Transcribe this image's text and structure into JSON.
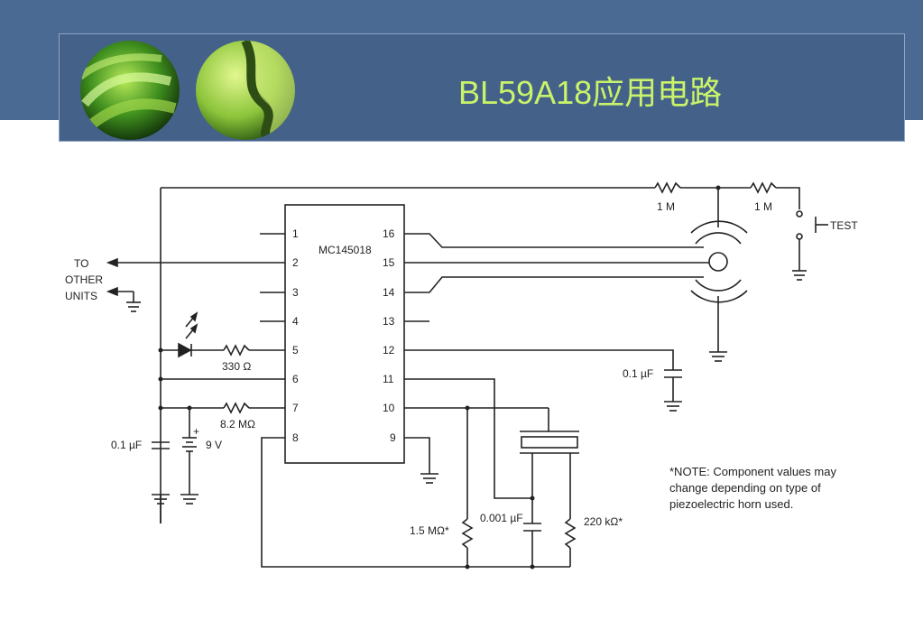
{
  "slide": {
    "title": "BL59A18应用电路"
  },
  "schematic": {
    "ic_name": "MC145018",
    "pins_left": [
      "1",
      "2",
      "3",
      "4",
      "5",
      "6",
      "7",
      "8"
    ],
    "pins_right": [
      "16",
      "15",
      "14",
      "13",
      "12",
      "11",
      "10",
      "9"
    ],
    "to_other_units": [
      "TO",
      "OTHER",
      "UNITS"
    ],
    "labels": {
      "r_top_left": "1 M",
      "r_top_right": "1 M",
      "test": "TEST",
      "r_led": "330 Ω",
      "r_pin7": "8.2 MΩ",
      "c_pin12": "0.1 µF",
      "c_supply": "0.1 µF",
      "battery": "9 V",
      "battery_plus": "+",
      "r_bottom_left": "1.5 MΩ*",
      "c_bottom": "0.001 µF",
      "r_bottom_right": "220 kΩ*"
    },
    "note": [
      "*NOTE: Component values may",
      "change depending on type of",
      "piezoelectric horn used."
    ]
  }
}
